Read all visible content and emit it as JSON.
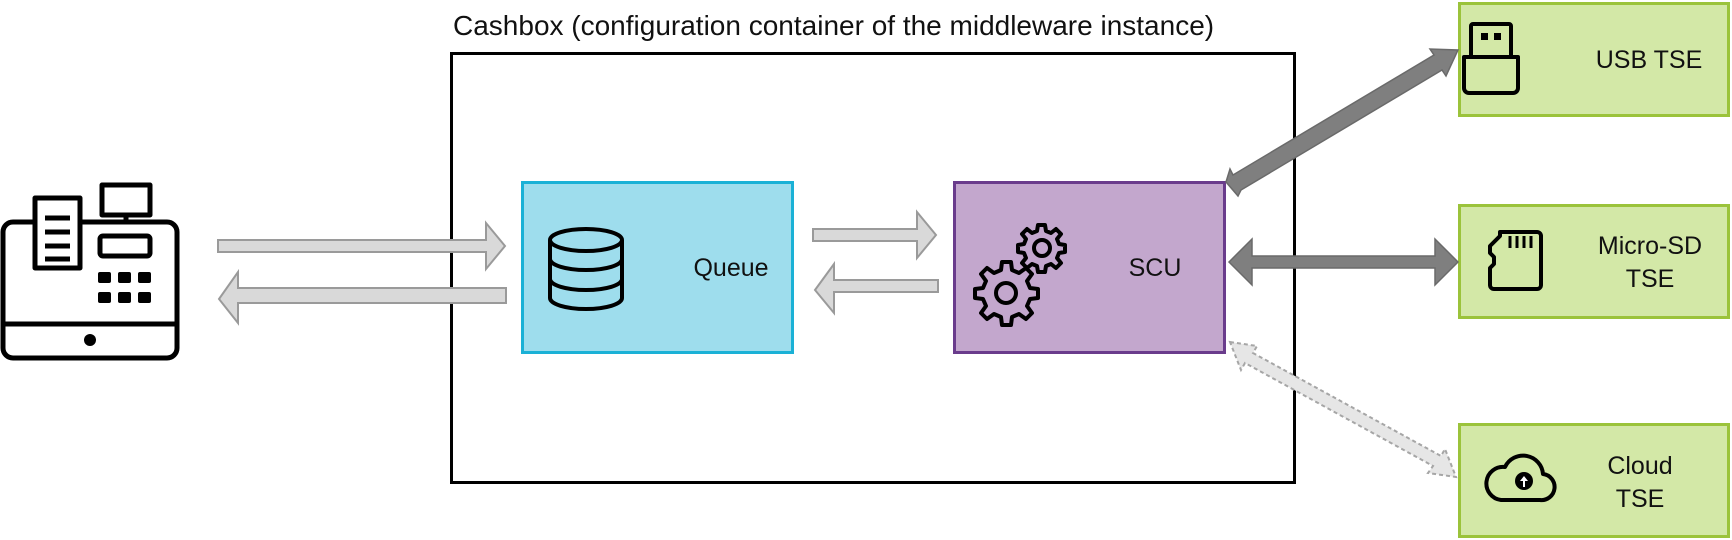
{
  "diagram": {
    "title": "Cashbox (configuration container of the middleware instance)",
    "nodes": {
      "pos": {
        "icon": "cash-register-icon"
      },
      "queue": {
        "label": "Queue",
        "icon": "database-icon"
      },
      "scu": {
        "label": "SCU",
        "icon": "gears-icon"
      },
      "usb_tse": {
        "label": "USB TSE",
        "icon": "usb-stick-icon"
      },
      "sd_tse": {
        "line1": "Micro-SD",
        "line2": "TSE",
        "icon": "micro-sd-card-icon"
      },
      "cloud_tse": {
        "line1": "Cloud",
        "line2": "TSE",
        "icon": "cloud-upload-icon"
      }
    },
    "edges": [
      {
        "from": "pos",
        "to": "queue",
        "style": "hollow"
      },
      {
        "from": "queue",
        "to": "pos",
        "style": "hollow"
      },
      {
        "from": "queue",
        "to": "scu",
        "style": "hollow"
      },
      {
        "from": "scu",
        "to": "queue",
        "style": "hollow"
      },
      {
        "from": "scu",
        "to": "usb_tse",
        "style": "solid-bidirectional"
      },
      {
        "from": "scu",
        "to": "sd_tse",
        "style": "solid-bidirectional"
      },
      {
        "from": "scu",
        "to": "cloud_tse",
        "style": "dashed-bidirectional"
      }
    ],
    "colors": {
      "queue_fill": "#9edded",
      "queue_border": "#1ab1d6",
      "scu_fill": "#c3a7cd",
      "scu_border": "#6a3c8c",
      "tse_fill": "#d3e8a7",
      "tse_border": "#9bc33b",
      "arrow_hollow": "#d9d9d9",
      "arrow_solid": "#7f7f7f"
    }
  }
}
